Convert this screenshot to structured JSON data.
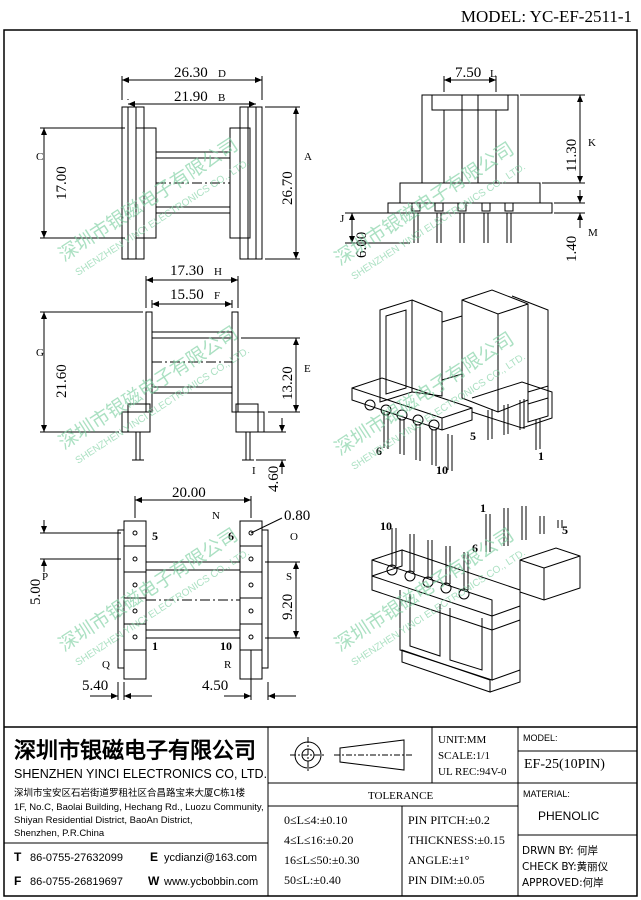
{
  "model_header": "MODEL: YC-EF-2511-1",
  "watermark": {
    "cn": "深圳市银磁电子有限公司",
    "en": "SHENZHEN YINCI ELECTRONICS CO., LTD."
  },
  "dims": {
    "d1": "26.30",
    "d2": "21.90",
    "d3": "17.00",
    "d4": "26.70",
    "d5": "7.50",
    "d6": "11.30",
    "d7": "6.00",
    "d8": "1.40",
    "d9": "17.30",
    "d10": "15.50",
    "d11": "21.60",
    "d12": "13.20",
    "d13": "4.60",
    "d14": "20.00",
    "d15": "0.80",
    "d16": "5.00",
    "d17": "9.20",
    "d18": "5.40",
    "d19": "4.50"
  },
  "markers": {
    "m1": "D",
    "m2": "B",
    "m3": "C",
    "m4": "A",
    "m5": "L",
    "m6": "K",
    "m7": "J",
    "m8": "M",
    "m9": "H",
    "m10": "F",
    "m11": "G",
    "m12": "E",
    "m13": "I",
    "m14": "N",
    "m15": "O",
    "m16": "P",
    "m17": "S",
    "m18": "Q",
    "m19": "R"
  },
  "pins": {
    "p5a": "5",
    "p6a": "6",
    "p1a": "1",
    "p10a": "10",
    "p6b": "6",
    "p5b": "5",
    "p10b": "10",
    "p1b": "1",
    "p10c": "10",
    "p1c": "1",
    "p6c": "6",
    "p5c": "5"
  },
  "title_block": {
    "company_cn": "深圳市银磁电子有限公司",
    "company_en": "SHENZHEN YINCI ELECTRONICS CO, LTD.",
    "addr_cn": "深圳市宝安区石岩街道罗租社区合昌路宝来大厦C栋1楼",
    "addr_en1": "1F, No.C, Baolai Building, Hechang Rd., Luozu Community,",
    "addr_en2": "Shiyan Residential District, BaoAn District,",
    "addr_en3": "Shenzhen, P.R.China",
    "t_label": "T",
    "t_value": "86-0755-27632099",
    "f_label": "F",
    "f_value": "86-0755-26819697",
    "e_label": "E",
    "e_value": "ycdianzi@163.com",
    "w_label": "W",
    "w_value": "www.ycbobbin.com",
    "unit": "UNIT:MM",
    "scale": "SCALE:1/1",
    "ul": "UL REC:94V-0",
    "model_label": "MODEL:",
    "model_value": "EF-25(10PIN)",
    "tolerance": "TOLERANCE",
    "tol": [
      "0≤L≤4:±0.10",
      "4≤L≤16:±0.20",
      "16≤L≤50:±0.30",
      "50≤L:±0.40"
    ],
    "tol_r": [
      "PIN PITCH:±0.2",
      "THICKNESS:±0.15",
      "ANGLE:±1°",
      "PIN DIM:±0.05"
    ],
    "material_label": "MATERIAL:",
    "material_value": "PHENOLIC",
    "drwn": "DRWN BY: 何岸",
    "check": "CHECK BY:黄丽仪",
    "approved": "APPROVED:何岸"
  }
}
